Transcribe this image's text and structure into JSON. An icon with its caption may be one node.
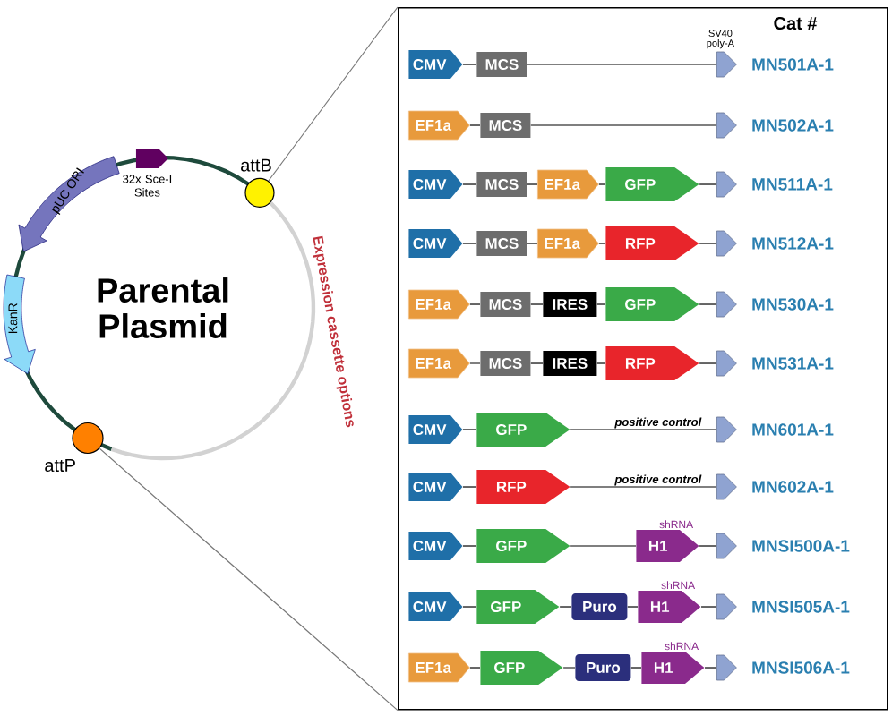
{
  "diagram": {
    "nodes": [
      {
        "text": [
          "Parental Plasmid"
        ]
      },
      {
        "text": [
          "32x Sce-I Sites"
        ]
      },
      {
        "text": [
          "attB"
        ]
      },
      {
        "text": [
          "pUC ORI"
        ]
      },
      {
        "text": [
          "KanR"
        ]
      },
      {
        "text": [
          "attP"
        ]
      },
      {
        "text": [],
        "shape": "box"
      },
      {
        "text": [
          "CMV"
        ],
        "in": 6
      },
      {
        "text": [
          "MCS"
        ],
        "in": 6
      },
      {
        "text": [],
        "shape": "arrow",
        "in": 6,
        "beside": [
          "SV40 poly-A"
        ]
      },
      {
        "text": [
          "EF1a"
        ],
        "in": 6
      },
      {
        "text": [
          "MCS"
        ],
        "in": 6
      },
      {
        "text": [],
        "shape": "arrow",
        "in": 6
      },
      {
        "text": [
          "CMV"
        ],
        "in": 6
      },
      {
        "text": [
          "MCS"
        ],
        "in": 6
      },
      {
        "text": [
          "EF1a"
        ],
        "in": 6
      },
      {
        "text": [
          "GFP"
        ],
        "in": 6
      },
      {
        "text": [],
        "shape": "arrow",
        "in": 6
      },
      {
        "text": [
          "CMV"
        ],
        "in": 6
      },
      {
        "text": [
          "MCS"
        ],
        "in": 6
      },
      {
        "text": [
          "EF1a"
        ],
        "in": 6
      },
      {
        "text": [
          "RFP"
        ],
        "in": 6
      },
      {
        "text": [],
        "shape": "arrow",
        "in": 6
      },
      {
        "text": [
          "EF1a"
        ],
        "in": 6
      },
      {
        "text": [
          "MCS"
        ],
        "in": 6
      },
      {
        "text": [
          "IRES"
        ],
        "in": 6
      },
      {
        "text": [
          "GFP"
        ],
        "in": 6
      },
      {
        "text": [],
        "shape": "arrow",
        "in": 6
      },
      {
        "text": [
          "EF1a"
        ],
        "in": 6
      },
      {
        "text": [
          "MCS"
        ],
        "in": 6
      },
      {
        "text": [
          "IRES"
        ],
        "in": 6
      },
      {
        "text": [
          "RFP"
        ],
        "in": 6
      },
      {
        "text": [],
        "shape": "arrow",
        "in": 6
      },
      {
        "text": [
          "CMV"
        ],
        "in": 6
      },
      {
        "text": [
          "GFP"
        ],
        "in": 6
      },
      {
        "text": [],
        "shape": "arrow",
        "in": 6
      },
      {
        "text": [
          "CMV"
        ],
        "in": 6
      },
      {
        "text": [
          "RFP"
        ],
        "in": 6
      },
      {
        "text": [],
        "shape": "arrow",
        "in": 6
      },
      {
        "text": [
          "CMV"
        ],
        "in": 6
      },
      {
        "text": [
          "GFP"
        ],
        "in": 6
      },
      {
        "text": [
          "H1"
        ],
        "in": 6,
        "beside": [
          "shRNA"
        ]
      },
      {
        "text": [],
        "shape": "arrow",
        "in": 6
      },
      {
        "text": [
          "CMV"
        ],
        "in": 6
      },
      {
        "text": [
          "GFP"
        ],
        "in": 6
      },
      {
        "text": [
          "Puro"
        ],
        "in": 6
      },
      {
        "text": [
          "H1"
        ],
        "in": 6,
        "beside": [
          "shRNA"
        ]
      },
      {
        "text": [],
        "shape": "arrow",
        "in": 6
      },
      {
        "text": [
          "EF1a"
        ],
        "in": 6
      },
      {
        "text": [
          "GFP"
        ],
        "in": 6
      },
      {
        "text": [
          "Puro"
        ],
        "in": 6
      },
      {
        "text": [
          "H1"
        ],
        "in": 6,
        "beside": [
          "shRNA"
        ]
      },
      {
        "text": [],
        "shape": "arrow",
        "in": 6
      }
    ],
    "edges": [
      {
        "from": 2,
        "to": 6,
        "arrow": "none",
        "color": "#777777"
      },
      {
        "from": 5,
        "to": 6,
        "arrow": "none",
        "color": "#777777"
      },
      {
        "from": 7,
        "to": 8,
        "arrow": "none"
      },
      {
        "from": 8,
        "to": 9,
        "arrow": "none"
      },
      {
        "from": 10,
        "to": 11,
        "arrow": "none"
      },
      {
        "from": 11,
        "to": 12,
        "arrow": "none"
      },
      {
        "from": 13,
        "to": 14,
        "arrow": "none"
      },
      {
        "from": 14,
        "to": 15,
        "arrow": "none"
      },
      {
        "from": 15,
        "to": 16,
        "arrow": "none"
      },
      {
        "from": 16,
        "to": 17,
        "arrow": "none"
      },
      {
        "from": 18,
        "to": 19,
        "arrow": "none"
      },
      {
        "from": 19,
        "to": 20,
        "arrow": "none"
      },
      {
        "from": 20,
        "to": 21,
        "arrow": "none"
      },
      {
        "from": 21,
        "to": 22,
        "arrow": "none"
      },
      {
        "from": 23,
        "to": 24,
        "arrow": "none"
      },
      {
        "from": 24,
        "to": 25,
        "arrow": "none"
      },
      {
        "from": 25,
        "to": 26,
        "arrow": "none"
      },
      {
        "from": 26,
        "to": 27,
        "arrow": "none"
      },
      {
        "from": 28,
        "to": 29,
        "arrow": "none"
      },
      {
        "from": 29,
        "to": 30,
        "arrow": "none"
      },
      {
        "from": 30,
        "to": 31,
        "arrow": "none"
      },
      {
        "from": 31,
        "to": 32,
        "arrow": "none"
      },
      {
        "from": 33,
        "to": 34,
        "arrow": "none"
      },
      {
        "from": 34,
        "to": 35,
        "arrow": "none",
        "label": "positive control"
      },
      {
        "from": 36,
        "to": 37,
        "arrow": "none"
      },
      {
        "from": 37,
        "to": 38,
        "arrow": "none",
        "label": "positive control"
      },
      {
        "from": 39,
        "to": 40,
        "arrow": "none"
      },
      {
        "from": 40,
        "to": 41,
        "arrow": "none"
      },
      {
        "from": 41,
        "to": 42,
        "arrow": "none"
      },
      {
        "from": 43,
        "to": 44,
        "arrow": "none"
      },
      {
        "from": 44,
        "to": 45,
        "arrow": "none"
      },
      {
        "from": 45,
        "to": 46,
        "arrow": "none"
      },
      {
        "from": 46,
        "to": 47,
        "arrow": "none"
      },
      {
        "from": 48,
        "to": 49,
        "arrow": "none"
      },
      {
        "from": 49,
        "to": 50,
        "arrow": "none"
      },
      {
        "from": 50,
        "to": 51,
        "arrow": "none"
      },
      {
        "from": 51,
        "to": 52,
        "arrow": "none"
      }
    ],
    "labels": [
      "Cat #",
      "MN501A-1",
      "MN502A-1",
      "MN511A-1",
      "MN512A-1",
      "MN530A-1",
      "MN531A-1",
      "MN601A-1",
      "MN602A-1",
      "MNSI500A-1",
      "MNSI505A-1",
      "MNSI506A-1",
      "Expression cassette options"
    ]
  }
}
